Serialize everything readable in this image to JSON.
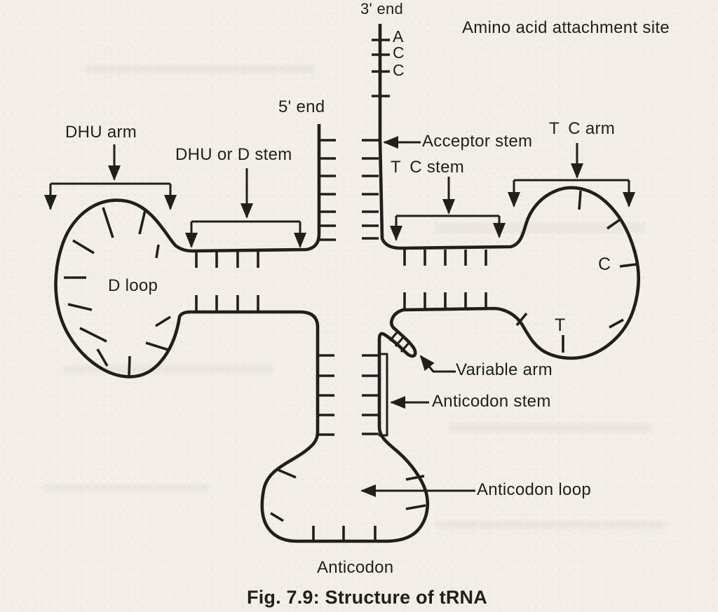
{
  "figure": {
    "caption": "Fig. 7.9: Structure of tRNA"
  },
  "colors": {
    "ink": "#211f1c",
    "paper": "#f1efe8"
  },
  "labels": {
    "three_prime_end": "3' end",
    "five_prime_end": "5' end",
    "amino_acid_attachment_site": "Amino acid attachment site",
    "dhu_arm": "DHU arm",
    "dhu_or_d_stem": "DHU or D stem",
    "acceptor_stem": "Acceptor stem",
    "t_psi_c_stem": "T C stem",
    "t_psi_c_arm": "T C arm",
    "d_loop": "D loop",
    "variable_arm": "Variable arm",
    "anticodon_stem": "Anticodon stem",
    "anticodon_loop": "Anticodon loop",
    "anticodon": "Anticodon"
  },
  "residues": {
    "acceptor_terminal": [
      "A",
      "C",
      "C"
    ],
    "t_psi_c_loop": {
      "c": "C",
      "t": "T"
    }
  }
}
